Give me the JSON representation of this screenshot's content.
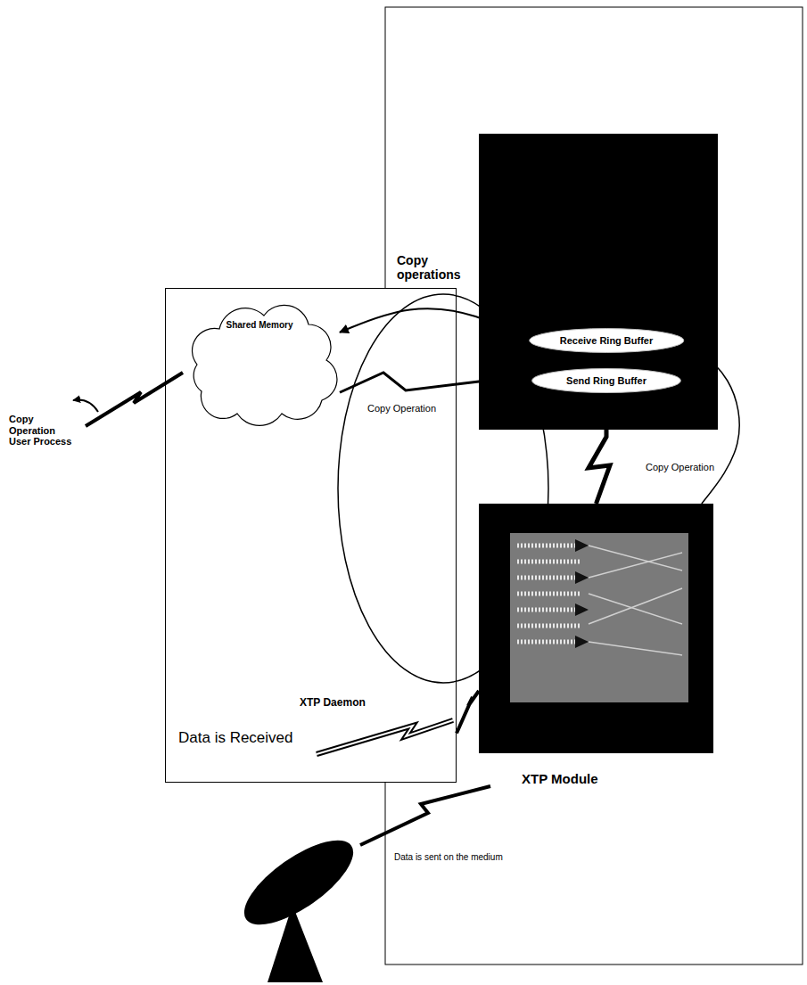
{
  "diagram": {
    "nodes": [
      {
        "text": [
          "XTP Daemon",
          "Data is Received"
        ]
      },
      {
        "text": [
          "Shared Memory"
        ],
        "in": 0
      },
      {
        "text": [
          "Receive Ring Buffer"
        ]
      },
      {
        "text": [
          "Send Ring Buffer"
        ]
      },
      {
        "text": [
          "XTP Module"
        ]
      }
    ],
    "edges": [
      {
        "from": 2,
        "to": 1,
        "arrow": "to",
        "label": "Copy operations"
      },
      {
        "from": 1,
        "to": 3,
        "arrow": "none",
        "label": "Copy Operation"
      },
      {
        "from": 2,
        "to": 4,
        "arrow": "none",
        "label": "Copy Operation"
      },
      {
        "from": 3,
        "to": 4,
        "arrow": "none"
      },
      {
        "from": 4,
        "to": 0,
        "arrow": "none"
      }
    ],
    "labels": [
      "Copy Operation User Process",
      "Data is sent on the medium"
    ]
  }
}
